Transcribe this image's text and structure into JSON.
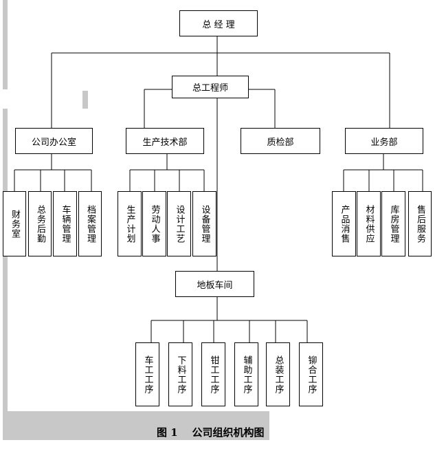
{
  "chart": {
    "top": "总 经 理",
    "chief_engineer": "总工程师",
    "departments": {
      "office": "公司办公室",
      "production": "生产技术部",
      "quality": "质检部",
      "business": "业务部",
      "workshop": "地板车间"
    },
    "office_units": [
      "财务室",
      "总务后勤",
      "车辆管理",
      "档案管理"
    ],
    "production_units": [
      "生产计划",
      "劳动人事",
      "设计工艺",
      "设备管理"
    ],
    "business_units": [
      "产品消售",
      "材料供应",
      "库房管理",
      "售后服务"
    ],
    "workshop_units": [
      "车工工序",
      "下料工序",
      "钳工工序",
      "辅助工序",
      "总装工序",
      "铆合工序"
    ]
  },
  "caption": "图 1    公司组织机构图",
  "colors": {
    "background_bar": "#c8c8c8",
    "line": "#000000"
  }
}
